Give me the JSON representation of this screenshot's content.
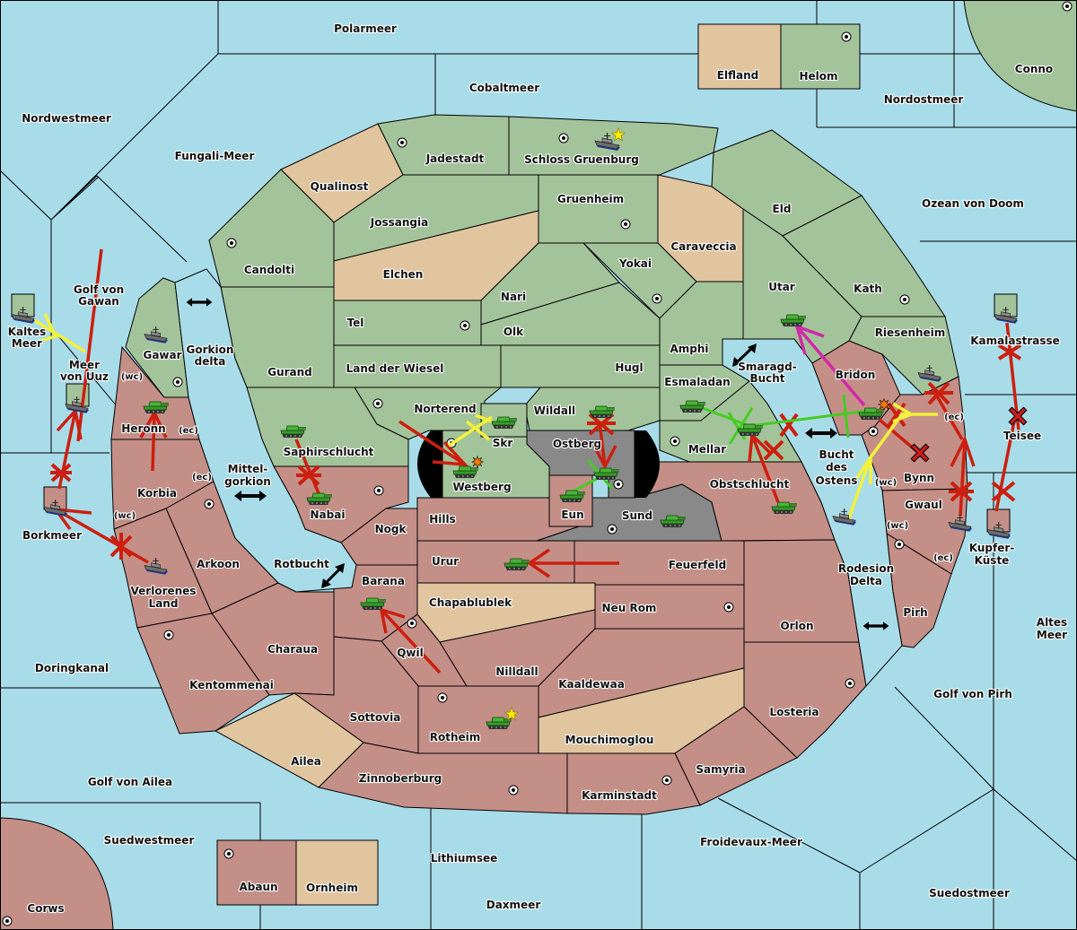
{
  "map": {
    "colors": {
      "sea": "#a9dce9",
      "power_green": "#a3c49a",
      "power_red": "#c48f87",
      "neutral": "#e1c59f",
      "impassable": "#898989",
      "order_attack": "#cc1f0f",
      "order_support": "#f4f13a",
      "order_convoy_green": "#44cc22",
      "order_retreat": "#d229a8",
      "build_star": "#ffee00"
    },
    "seas": [
      {
        "id": "polarmeer",
        "name": "Polarmeer"
      },
      {
        "id": "cobaltmeer",
        "name": "Cobaltmeer"
      },
      {
        "id": "nordwestmeer",
        "name": "Nordwestmeer"
      },
      {
        "id": "fungali",
        "name": "Fungali-Meer"
      },
      {
        "id": "nordostmeer",
        "name": "Nordostmeer"
      },
      {
        "id": "ozean",
        "name": "Ozean von Doom"
      },
      {
        "id": "gawan",
        "name": "Golf von Gawan"
      },
      {
        "id": "kaltes",
        "name": "Kaltes Meer"
      },
      {
        "id": "uuz",
        "name": "Meer von Uuz"
      },
      {
        "id": "gorkiondelta",
        "name": "Gorkion delta"
      },
      {
        "id": "mittelgorkion",
        "name": "Mittel-gorkion"
      },
      {
        "id": "borkmeer",
        "name": "Borkmeer"
      },
      {
        "id": "rotbucht",
        "name": "Rotbucht"
      },
      {
        "id": "smaragd",
        "name": "Smaragd-Bucht"
      },
      {
        "id": "buchtostens",
        "name": "Bucht des Ostens"
      },
      {
        "id": "kamala",
        "name": "Kamalastrasse"
      },
      {
        "id": "teisee",
        "name": "Teisee"
      },
      {
        "id": "kupfer",
        "name": "Kupfer-Küste"
      },
      {
        "id": "rodesion",
        "name": "Rodesion Delta"
      },
      {
        "id": "altes",
        "name": "Altes Meer"
      },
      {
        "id": "golfpirh",
        "name": "Golf von Pirh"
      },
      {
        "id": "doringkanal",
        "name": "Doringkanal"
      },
      {
        "id": "golfailea",
        "name": "Golf von Ailea"
      },
      {
        "id": "suedwestmeer",
        "name": "Suedwestmeer"
      },
      {
        "id": "lithiumsee",
        "name": "Lithiumsee"
      },
      {
        "id": "froidevaux",
        "name": "Froidevaux-Meer"
      },
      {
        "id": "daxmeer",
        "name": "Daxmeer"
      },
      {
        "id": "suedostmeer",
        "name": "Suedostmeer"
      }
    ],
    "territories": [
      {
        "id": "elfland",
        "name": "Elfland",
        "owner": "neutral"
      },
      {
        "id": "helom",
        "name": "Helom",
        "owner": "green",
        "supply_center": true
      },
      {
        "id": "conno",
        "name": "Conno",
        "owner": "green",
        "supply_center": true
      },
      {
        "id": "jadestadt",
        "name": "Jadestadt",
        "owner": "green",
        "supply_center": true
      },
      {
        "id": "schloss",
        "name": "Schloss Gruenburg",
        "owner": "green",
        "supply_center": true
      },
      {
        "id": "qualinost",
        "name": "Qualinost",
        "owner": "neutral"
      },
      {
        "id": "jossangia",
        "name": "Jossangia",
        "owner": "green"
      },
      {
        "id": "gruenheim",
        "name": "Gruenheim",
        "owner": "green",
        "supply_center": true
      },
      {
        "id": "caraveccia",
        "name": "Caraveccia",
        "owner": "neutral"
      },
      {
        "id": "eld",
        "name": "Eld",
        "owner": "green"
      },
      {
        "id": "candolti",
        "name": "Candolti",
        "owner": "green",
        "supply_center": true
      },
      {
        "id": "elchen",
        "name": "Elchen",
        "owner": "neutral"
      },
      {
        "id": "yokai",
        "name": "Yokai",
        "owner": "green",
        "supply_center": true
      },
      {
        "id": "nari",
        "name": "Nari",
        "owner": "green"
      },
      {
        "id": "utar",
        "name": "Utar",
        "owner": "green"
      },
      {
        "id": "kath",
        "name": "Kath",
        "owner": "green",
        "supply_center": true
      },
      {
        "id": "tel",
        "name": "Tel",
        "owner": "green",
        "supply_center": true
      },
      {
        "id": "olk",
        "name": "Olk",
        "owner": "green"
      },
      {
        "id": "amphi",
        "name": "Amphi",
        "owner": "green"
      },
      {
        "id": "riesenheim",
        "name": "Riesenheim",
        "owner": "green"
      },
      {
        "id": "gawar",
        "name": "Gawar",
        "owner": "green",
        "supply_center": true
      },
      {
        "id": "gurand",
        "name": "Gurand",
        "owner": "green"
      },
      {
        "id": "wiesel",
        "name": "Land der Wiesel",
        "owner": "green"
      },
      {
        "id": "hugl",
        "name": "Hugl",
        "owner": "green"
      },
      {
        "id": "esmaladan",
        "name": "Esmaladan",
        "owner": "green"
      },
      {
        "id": "bridon",
        "name": "Bridon",
        "owner": "red"
      },
      {
        "id": "norterend",
        "name": "Norterend",
        "owner": "green",
        "supply_center": true
      },
      {
        "id": "wildall",
        "name": "Wildall",
        "owner": "green"
      },
      {
        "id": "skr",
        "name": "Skr",
        "owner": "green"
      },
      {
        "id": "mellar",
        "name": "Mellar",
        "owner": "green",
        "supply_center": true
      },
      {
        "id": "heronn",
        "name": "Heronn",
        "owner": "red",
        "coasts": [
          "(wc)",
          "(ec)"
        ]
      },
      {
        "id": "saphirschlucht",
        "name": "Saphirschlucht",
        "owner": "green"
      },
      {
        "id": "westberg",
        "name": "Westberg",
        "owner": "green",
        "supply_center": true
      },
      {
        "id": "ostberg",
        "name": "Ostberg",
        "owner": "impassable",
        "supply_center": true
      },
      {
        "id": "korbia",
        "name": "Korbia",
        "owner": "red",
        "coasts": [
          "(wc)",
          "(ec)"
        ],
        "supply_center": true
      },
      {
        "id": "nabai",
        "name": "Nabai",
        "owner": "red",
        "supply_center": true
      },
      {
        "id": "eun",
        "name": "Eun",
        "owner": "red"
      },
      {
        "id": "sund",
        "name": "Sund",
        "owner": "impassable",
        "supply_center": true
      },
      {
        "id": "obstschlucht",
        "name": "Obstschlucht",
        "owner": "red"
      },
      {
        "id": "bynn",
        "name": "Bynn",
        "owner": "red",
        "coasts": [
          "(wc)",
          "(ec)"
        ],
        "supply_center": true
      },
      {
        "id": "gwaul",
        "name": "Gwaul",
        "owner": "red"
      },
      {
        "id": "hills",
        "name": "Hills",
        "owner": "red"
      },
      {
        "id": "nogk",
        "name": "Nogk",
        "owner": "red"
      },
      {
        "id": "arkoon",
        "name": "Arkoon",
        "owner": "red"
      },
      {
        "id": "verlorenes",
        "name": "Verlorenes Land",
        "owner": "red",
        "supply_center": true
      },
      {
        "id": "urur",
        "name": "Urur",
        "owner": "red"
      },
      {
        "id": "feuerfeld",
        "name": "Feuerfeld",
        "owner": "red"
      },
      {
        "id": "barana",
        "name": "Barana",
        "owner": "red"
      },
      {
        "id": "pirh",
        "name": "Pirh",
        "owner": "red",
        "coasts": [
          "(wc)",
          "(ec)"
        ],
        "supply_center": true
      },
      {
        "id": "chapablublek",
        "name": "Chapablublek",
        "owner": "neutral"
      },
      {
        "id": "neurom",
        "name": "Neu Rom",
        "owner": "red",
        "supply_center": true
      },
      {
        "id": "orlon",
        "name": "Orlon",
        "owner": "red"
      },
      {
        "id": "charaua",
        "name": "Charaua",
        "owner": "red"
      },
      {
        "id": "qwil",
        "name": "Qwil",
        "owner": "red",
        "supply_center": true
      },
      {
        "id": "nilldall",
        "name": "Nilldall",
        "owner": "red"
      },
      {
        "id": "kaaldewaa",
        "name": "Kaaldewaa",
        "owner": "red"
      },
      {
        "id": "kentommenai",
        "name": "Kentommenai",
        "owner": "red",
        "supply_center": true
      },
      {
        "id": "losteria",
        "name": "Losteria",
        "owner": "red",
        "supply_center": true
      },
      {
        "id": "sottovia",
        "name": "Sottovia",
        "owner": "red"
      },
      {
        "id": "rotheim",
        "name": "Rotheim",
        "owner": "red",
        "supply_center": true
      },
      {
        "id": "mouchimoglou",
        "name": "Mouchimoglou",
        "owner": "neutral"
      },
      {
        "id": "ailea",
        "name": "Ailea",
        "owner": "neutral"
      },
      {
        "id": "samyria",
        "name": "Samyria",
        "owner": "red"
      },
      {
        "id": "zinnoberburg",
        "name": "Zinnoberburg",
        "owner": "red",
        "supply_center": true
      },
      {
        "id": "karminstadt",
        "name": "Karminstadt",
        "owner": "red",
        "supply_center": true
      },
      {
        "id": "abaun",
        "name": "Abaun",
        "owner": "red",
        "supply_center": true
      },
      {
        "id": "ornheim",
        "name": "Ornheim",
        "owner": "neutral"
      },
      {
        "id": "corws",
        "name": "Corws",
        "owner": "red",
        "supply_center": true
      }
    ],
    "units": [
      {
        "type": "fleet",
        "owner": "green",
        "location": "Schloss Gruenburg",
        "build": true
      },
      {
        "type": "fleet",
        "owner": "green",
        "location": "Kaltes Meer"
      },
      {
        "type": "fleet",
        "owner": "green",
        "location": "Gawar"
      },
      {
        "type": "fleet",
        "owner": "green",
        "location": "Meer von Uuz"
      },
      {
        "type": "fleet",
        "owner": "red",
        "location": "Borkmeer"
      },
      {
        "type": "fleet",
        "owner": "red",
        "location": "Verlorenes Land"
      },
      {
        "type": "army",
        "owner": "red",
        "location": "Heronn"
      },
      {
        "type": "army",
        "owner": "green",
        "location": "Saphirschlucht"
      },
      {
        "type": "army",
        "owner": "red",
        "location": "Nabai"
      },
      {
        "type": "army",
        "owner": "green",
        "location": "Skr"
      },
      {
        "type": "army",
        "owner": "green",
        "location": "Westberg",
        "dislodged": true
      },
      {
        "type": "army",
        "owner": "green",
        "location": "Wildall"
      },
      {
        "type": "army",
        "owner": "green",
        "location": "Ostberg"
      },
      {
        "type": "army",
        "owner": "red",
        "location": "Eun"
      },
      {
        "type": "army",
        "owner": "red",
        "location": "Sund"
      },
      {
        "type": "army",
        "owner": "green",
        "location": "Esmaladan"
      },
      {
        "type": "army",
        "owner": "green",
        "location": "Mellar"
      },
      {
        "type": "army",
        "owner": "red",
        "location": "Obstschlucht"
      },
      {
        "type": "army",
        "owner": "green",
        "location": "Utar"
      },
      {
        "type": "army",
        "owner": "green",
        "location": "Bridon",
        "dislodged": true
      },
      {
        "type": "fleet",
        "owner": "green",
        "location": "Riesenheim"
      },
      {
        "type": "fleet",
        "owner": "red",
        "location": "Bucht des Ostens"
      },
      {
        "type": "fleet",
        "owner": "red",
        "location": "Gwaul"
      },
      {
        "type": "fleet",
        "owner": "green",
        "location": "Kamalastrasse"
      },
      {
        "type": "fleet",
        "owner": "red",
        "location": "Kupfer-Küste"
      },
      {
        "type": "army",
        "owner": "red",
        "location": "Urur"
      },
      {
        "type": "army",
        "owner": "red",
        "location": "Barana"
      },
      {
        "type": "army",
        "owner": "red",
        "location": "Rotheim",
        "build": true
      }
    ],
    "legend_icons": {
      "supply_center": "supply-center-icon",
      "army": "tank-icon",
      "fleet": "ship-icon",
      "build": "star-icon",
      "dislodged": "explosion-icon",
      "failed_order": "cross-icon",
      "destroyed": "x-icon",
      "passage": "double-arrow-icon"
    }
  }
}
